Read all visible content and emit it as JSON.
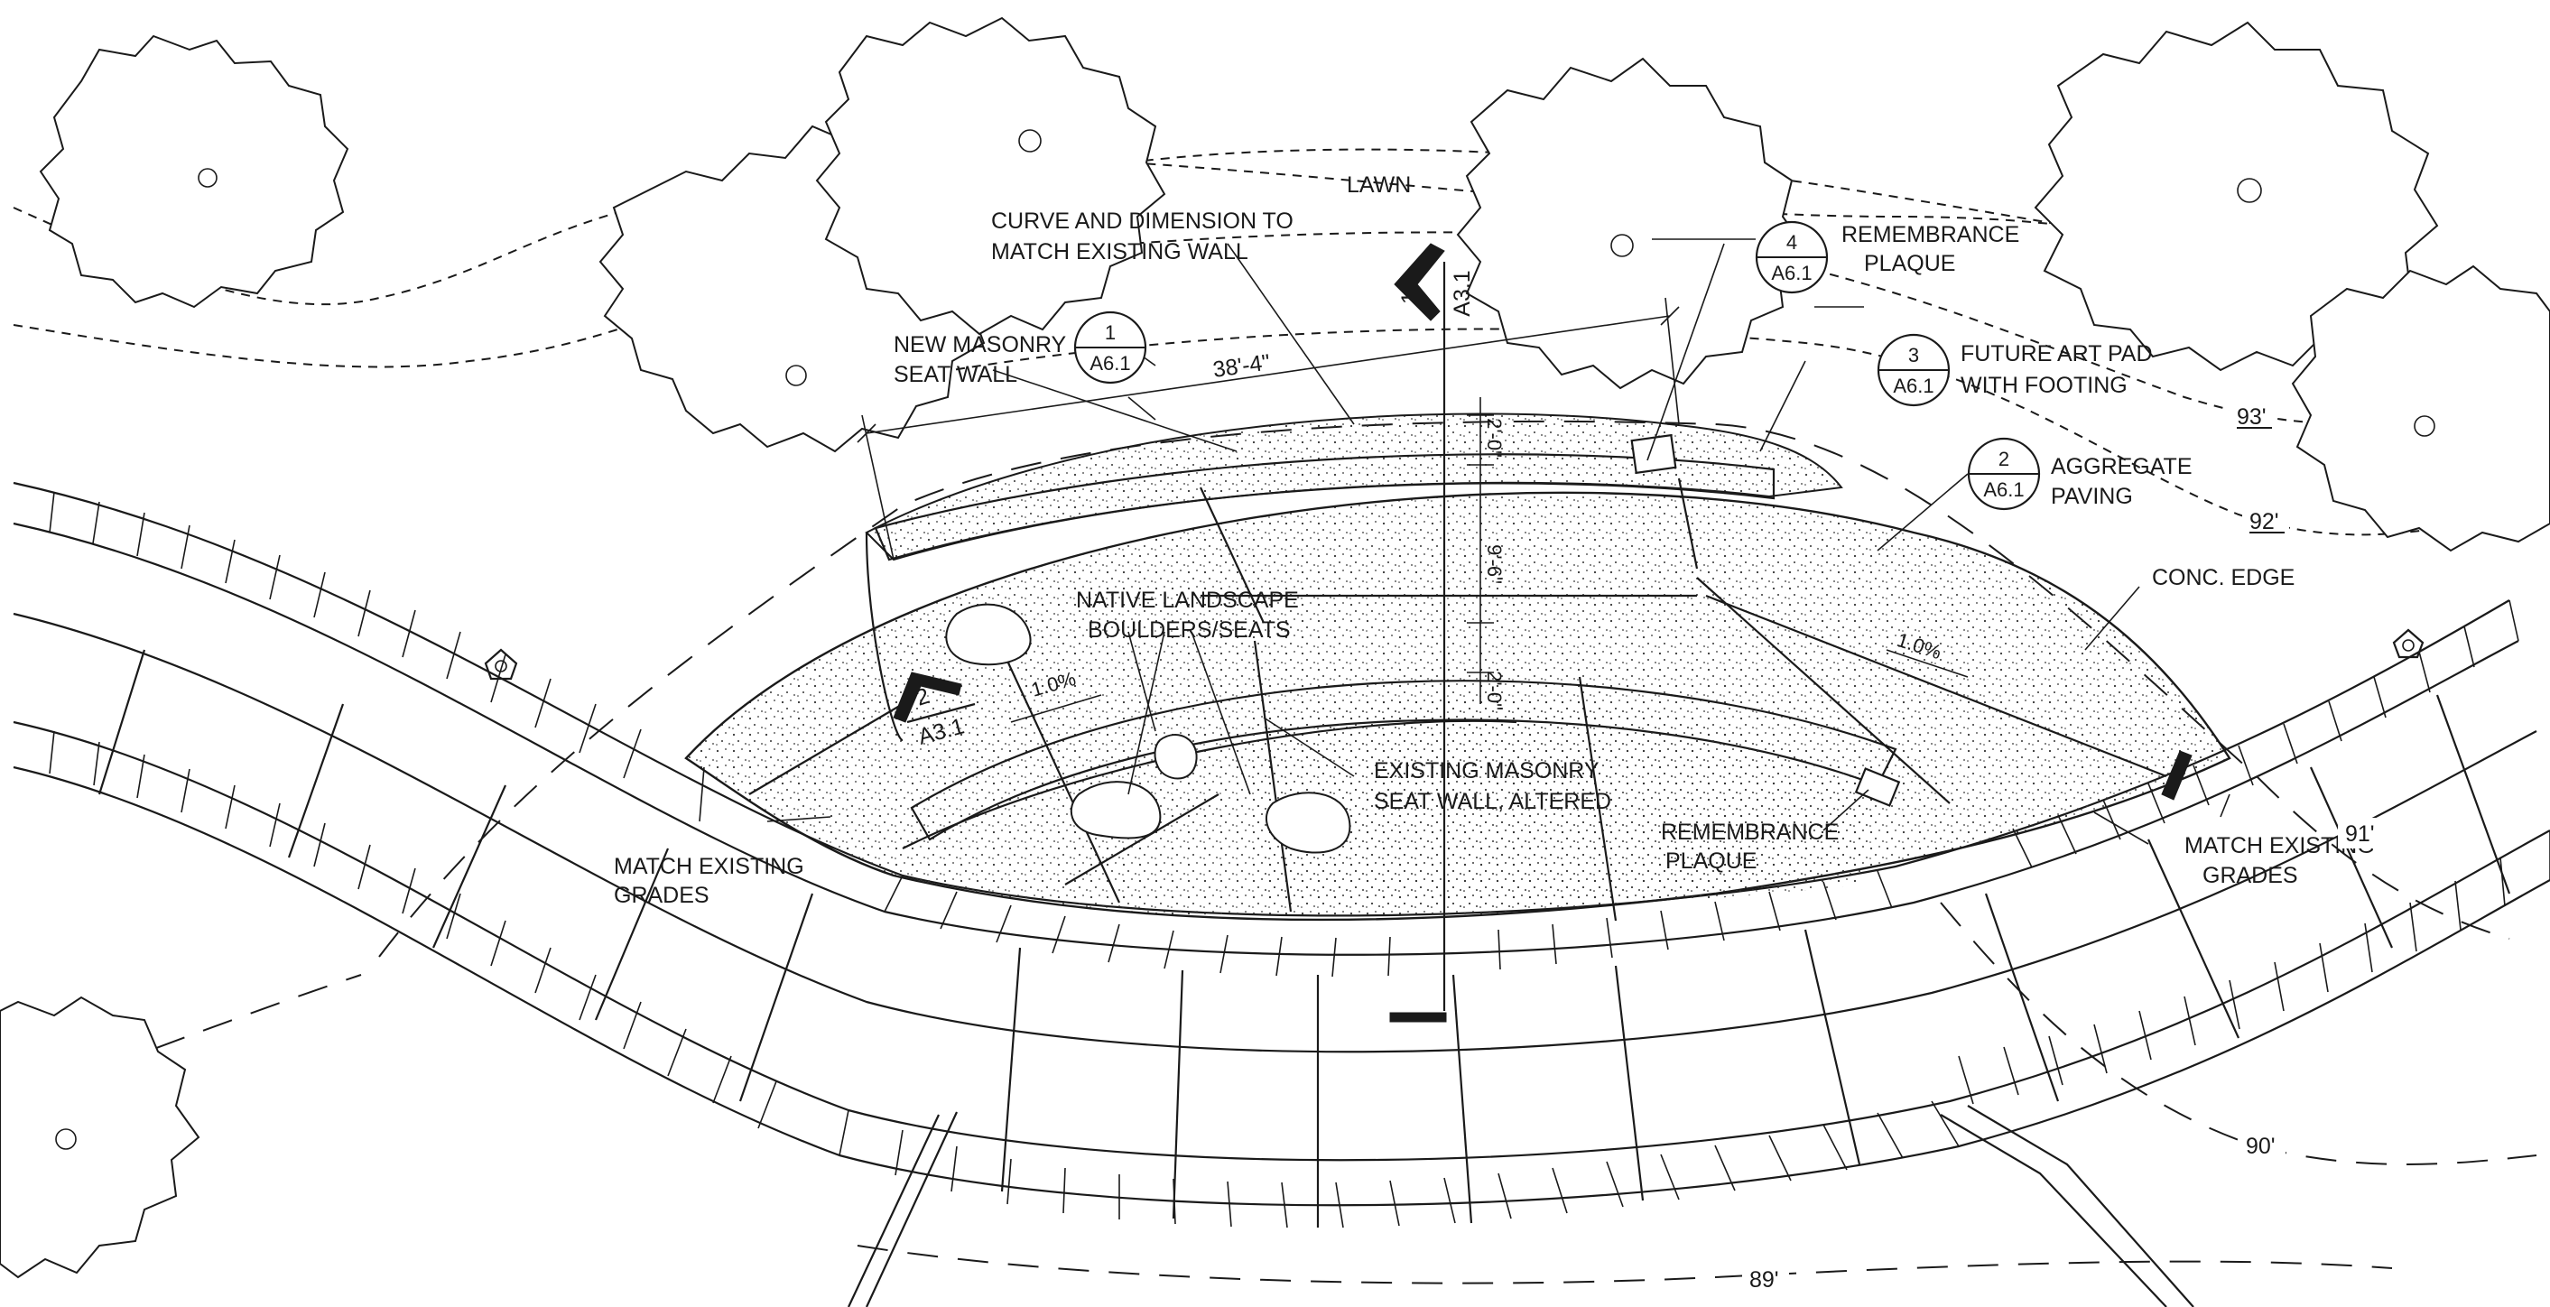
{
  "labels": {
    "lawn": "LAWN",
    "curve_line1": "CURVE AND DIMENSION TO",
    "curve_line2": "MATCH EXISTING WALL",
    "new_wall_line1": "NEW MASONRY",
    "new_wall_line2": "SEAT WALL",
    "dim_length": "38'-4\"",
    "remembrance_top_line1": "REMEMBRANCE",
    "remembrance_top_line2": "PLAQUE",
    "art_pad_line1": "FUTURE ART PAD",
    "art_pad_line2": "WITH FOOTING",
    "aggregate_line1": "AGGREGATE",
    "aggregate_line2": "PAVING",
    "conc_edge": "CONC. EDGE",
    "boulders_line1": "NATIVE LANDSCAPE",
    "boulders_line2": "BOULDERS/SEATS",
    "existing_wall_line1": "EXISTING MASONRY",
    "existing_wall_line2": "SEAT WALL, ALTERED",
    "remembrance_bottom_line1": "REMEMBRANCE",
    "remembrance_bottom_line2": "PLAQUE",
    "match_left_line1": "MATCH EXISTING",
    "match_left_line2": "GRADES",
    "match_right_line1": "MATCH EXISTING",
    "match_right_line2": "GRADES",
    "slope_left": "1.0%",
    "slope_right": "1.0%",
    "dim_top": "2'-0\"",
    "dim_mid": "9'-6\"",
    "dim_bottom": "2'-0\""
  },
  "contours": {
    "c93": "93'",
    "c92": "92'",
    "c91": "91'",
    "c90": "90'",
    "c89": "89'"
  },
  "detail_callouts": [
    {
      "number": "1",
      "sheet": "A6.1"
    },
    {
      "number": "4",
      "sheet": "A6.1"
    },
    {
      "number": "3",
      "sheet": "A6.1"
    },
    {
      "number": "2",
      "sheet": "A6.1"
    }
  ],
  "section_markers": [
    {
      "number": "1",
      "sheet": "A3.1"
    },
    {
      "number": "2",
      "sheet": "A3.1"
    }
  ]
}
